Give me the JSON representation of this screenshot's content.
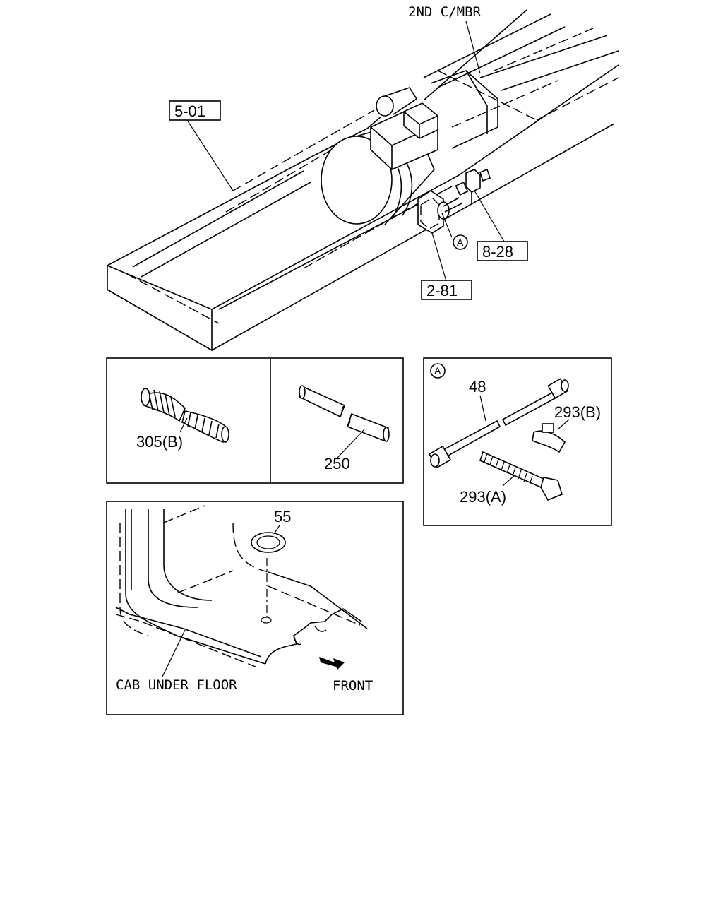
{
  "main_view": {
    "label_2nd_cmbr": "2ND C/MBR",
    "ref_5_01": "5-01",
    "ref_8_28": "8-28",
    "ref_2_81": "2-81",
    "marker_a": "A"
  },
  "panel_305": {
    "part": "305(B)"
  },
  "panel_250": {
    "part": "250"
  },
  "panel_a": {
    "marker": "A",
    "part_48": "48",
    "part_293b": "293(B)",
    "part_293a": "293(A)"
  },
  "panel_floor": {
    "part_55": "55",
    "cab_under_floor": "CAB UNDER FLOOR",
    "front": "FRONT"
  }
}
